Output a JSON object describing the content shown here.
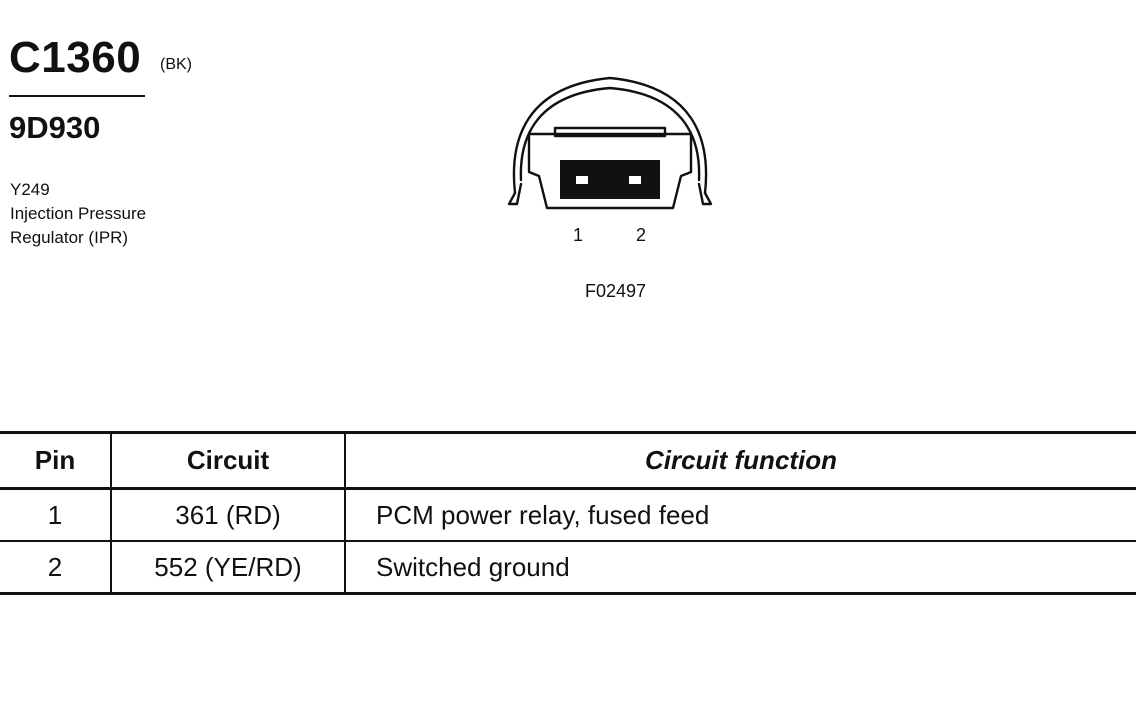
{
  "connector": {
    "id": "C1360",
    "color": "(BK)",
    "part_number": "9D930",
    "component": {
      "line1": "Y249",
      "line2": "Injection Pressure",
      "line3": "Regulator (IPR)"
    }
  },
  "figure": {
    "pin_labels": [
      "1",
      "2"
    ],
    "ref": "F02497"
  },
  "table": {
    "headers": {
      "pin": "Pin",
      "circuit": "Circuit",
      "function": "Circuit function"
    },
    "rows": [
      {
        "pin": "1",
        "circuit": "361 (RD)",
        "function": "PCM power relay, fused feed"
      },
      {
        "pin": "2",
        "circuit": "552 (YE/RD)",
        "function": "Switched ground"
      }
    ]
  }
}
